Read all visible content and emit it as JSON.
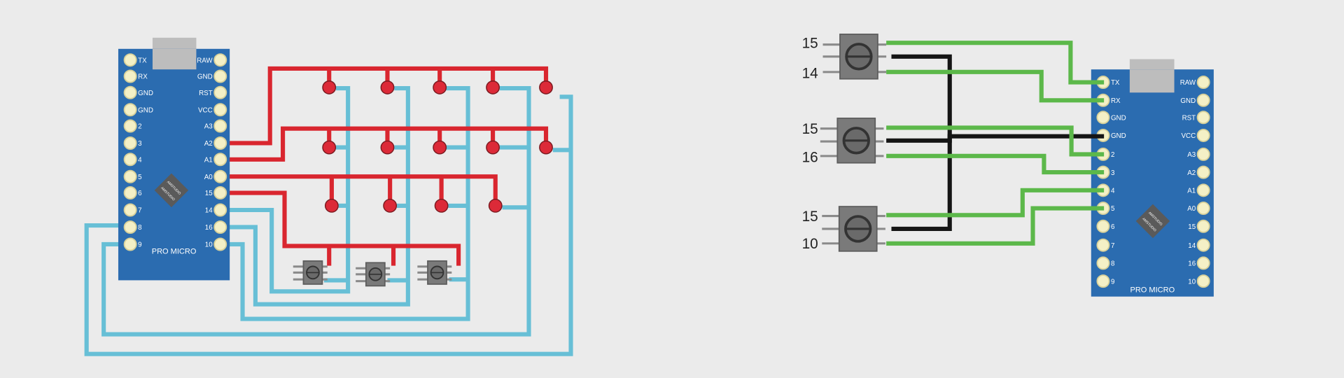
{
  "colors": {
    "background": "#ebebeb",
    "board": "#2b6cb0",
    "red_wire": "#d9262f",
    "blue_wire": "#67bfd6",
    "green_wire": "#5cb84a",
    "black_wire": "#151515"
  },
  "board": {
    "name": "PRO MICRO",
    "chip_text": "AMSTUDIO",
    "left_pins": [
      "TX",
      "RX",
      "GND",
      "GND",
      "2",
      "3",
      "4",
      "5",
      "6",
      "7",
      "8",
      "9"
    ],
    "right_pins": [
      "RAW",
      "GND",
      "RST",
      "VCC",
      "A3",
      "A2",
      "A1",
      "A0",
      "15",
      "14",
      "16",
      "10"
    ]
  },
  "right_diagram": {
    "pots": [
      {
        "top_label": "15",
        "bottom_label": "14"
      },
      {
        "top_label": "15",
        "bottom_label": "16"
      },
      {
        "top_label": "15",
        "bottom_label": "10"
      }
    ]
  }
}
